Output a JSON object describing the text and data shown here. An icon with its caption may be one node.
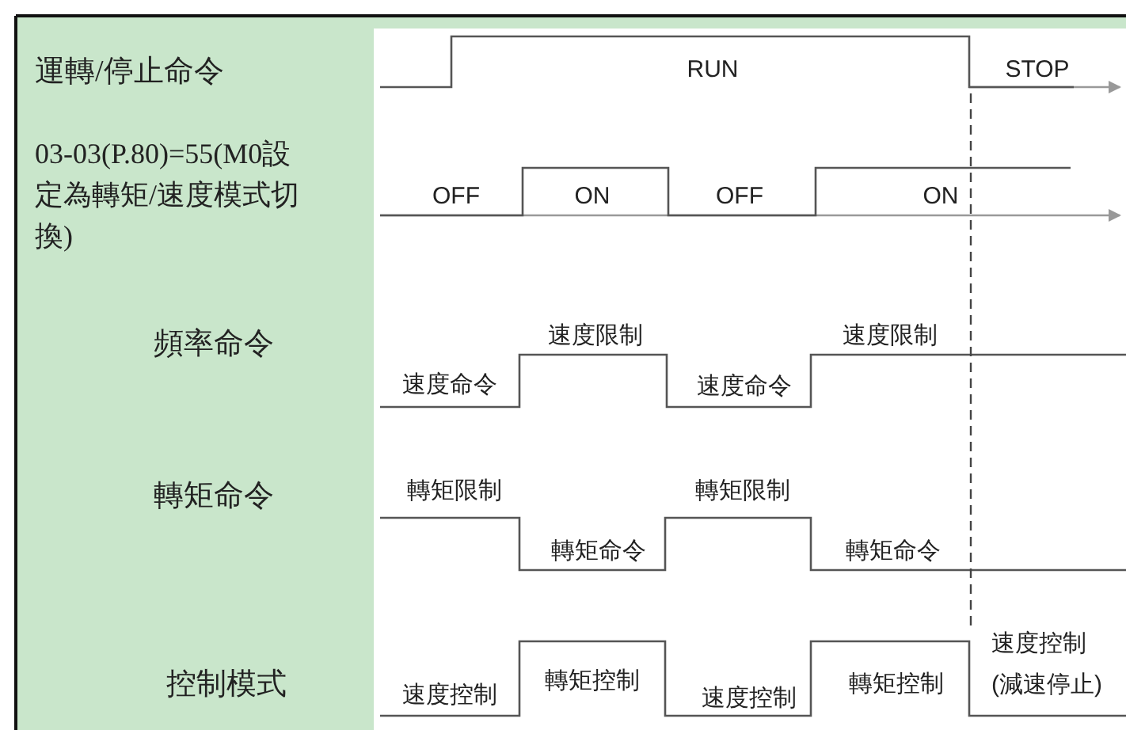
{
  "diagram": {
    "labels": [
      "運轉/停止命令",
      "RUN",
      "STOP",
      "03-03(P.80)=55(M0設定為轉矩/速度模式切換)",
      "OFF",
      "ON",
      "OFF",
      "ON",
      "頻率命令",
      "速度命令",
      "速度限制",
      "速度命令",
      "速度限制",
      "轉矩命令",
      "轉矩限制",
      "轉矩命令",
      "轉矩限制",
      "轉矩命令",
      "控制模式",
      "速度控制",
      "轉矩控制",
      "速度控制",
      "轉矩控制",
      "速度控制(減速停止)"
    ]
  }
}
